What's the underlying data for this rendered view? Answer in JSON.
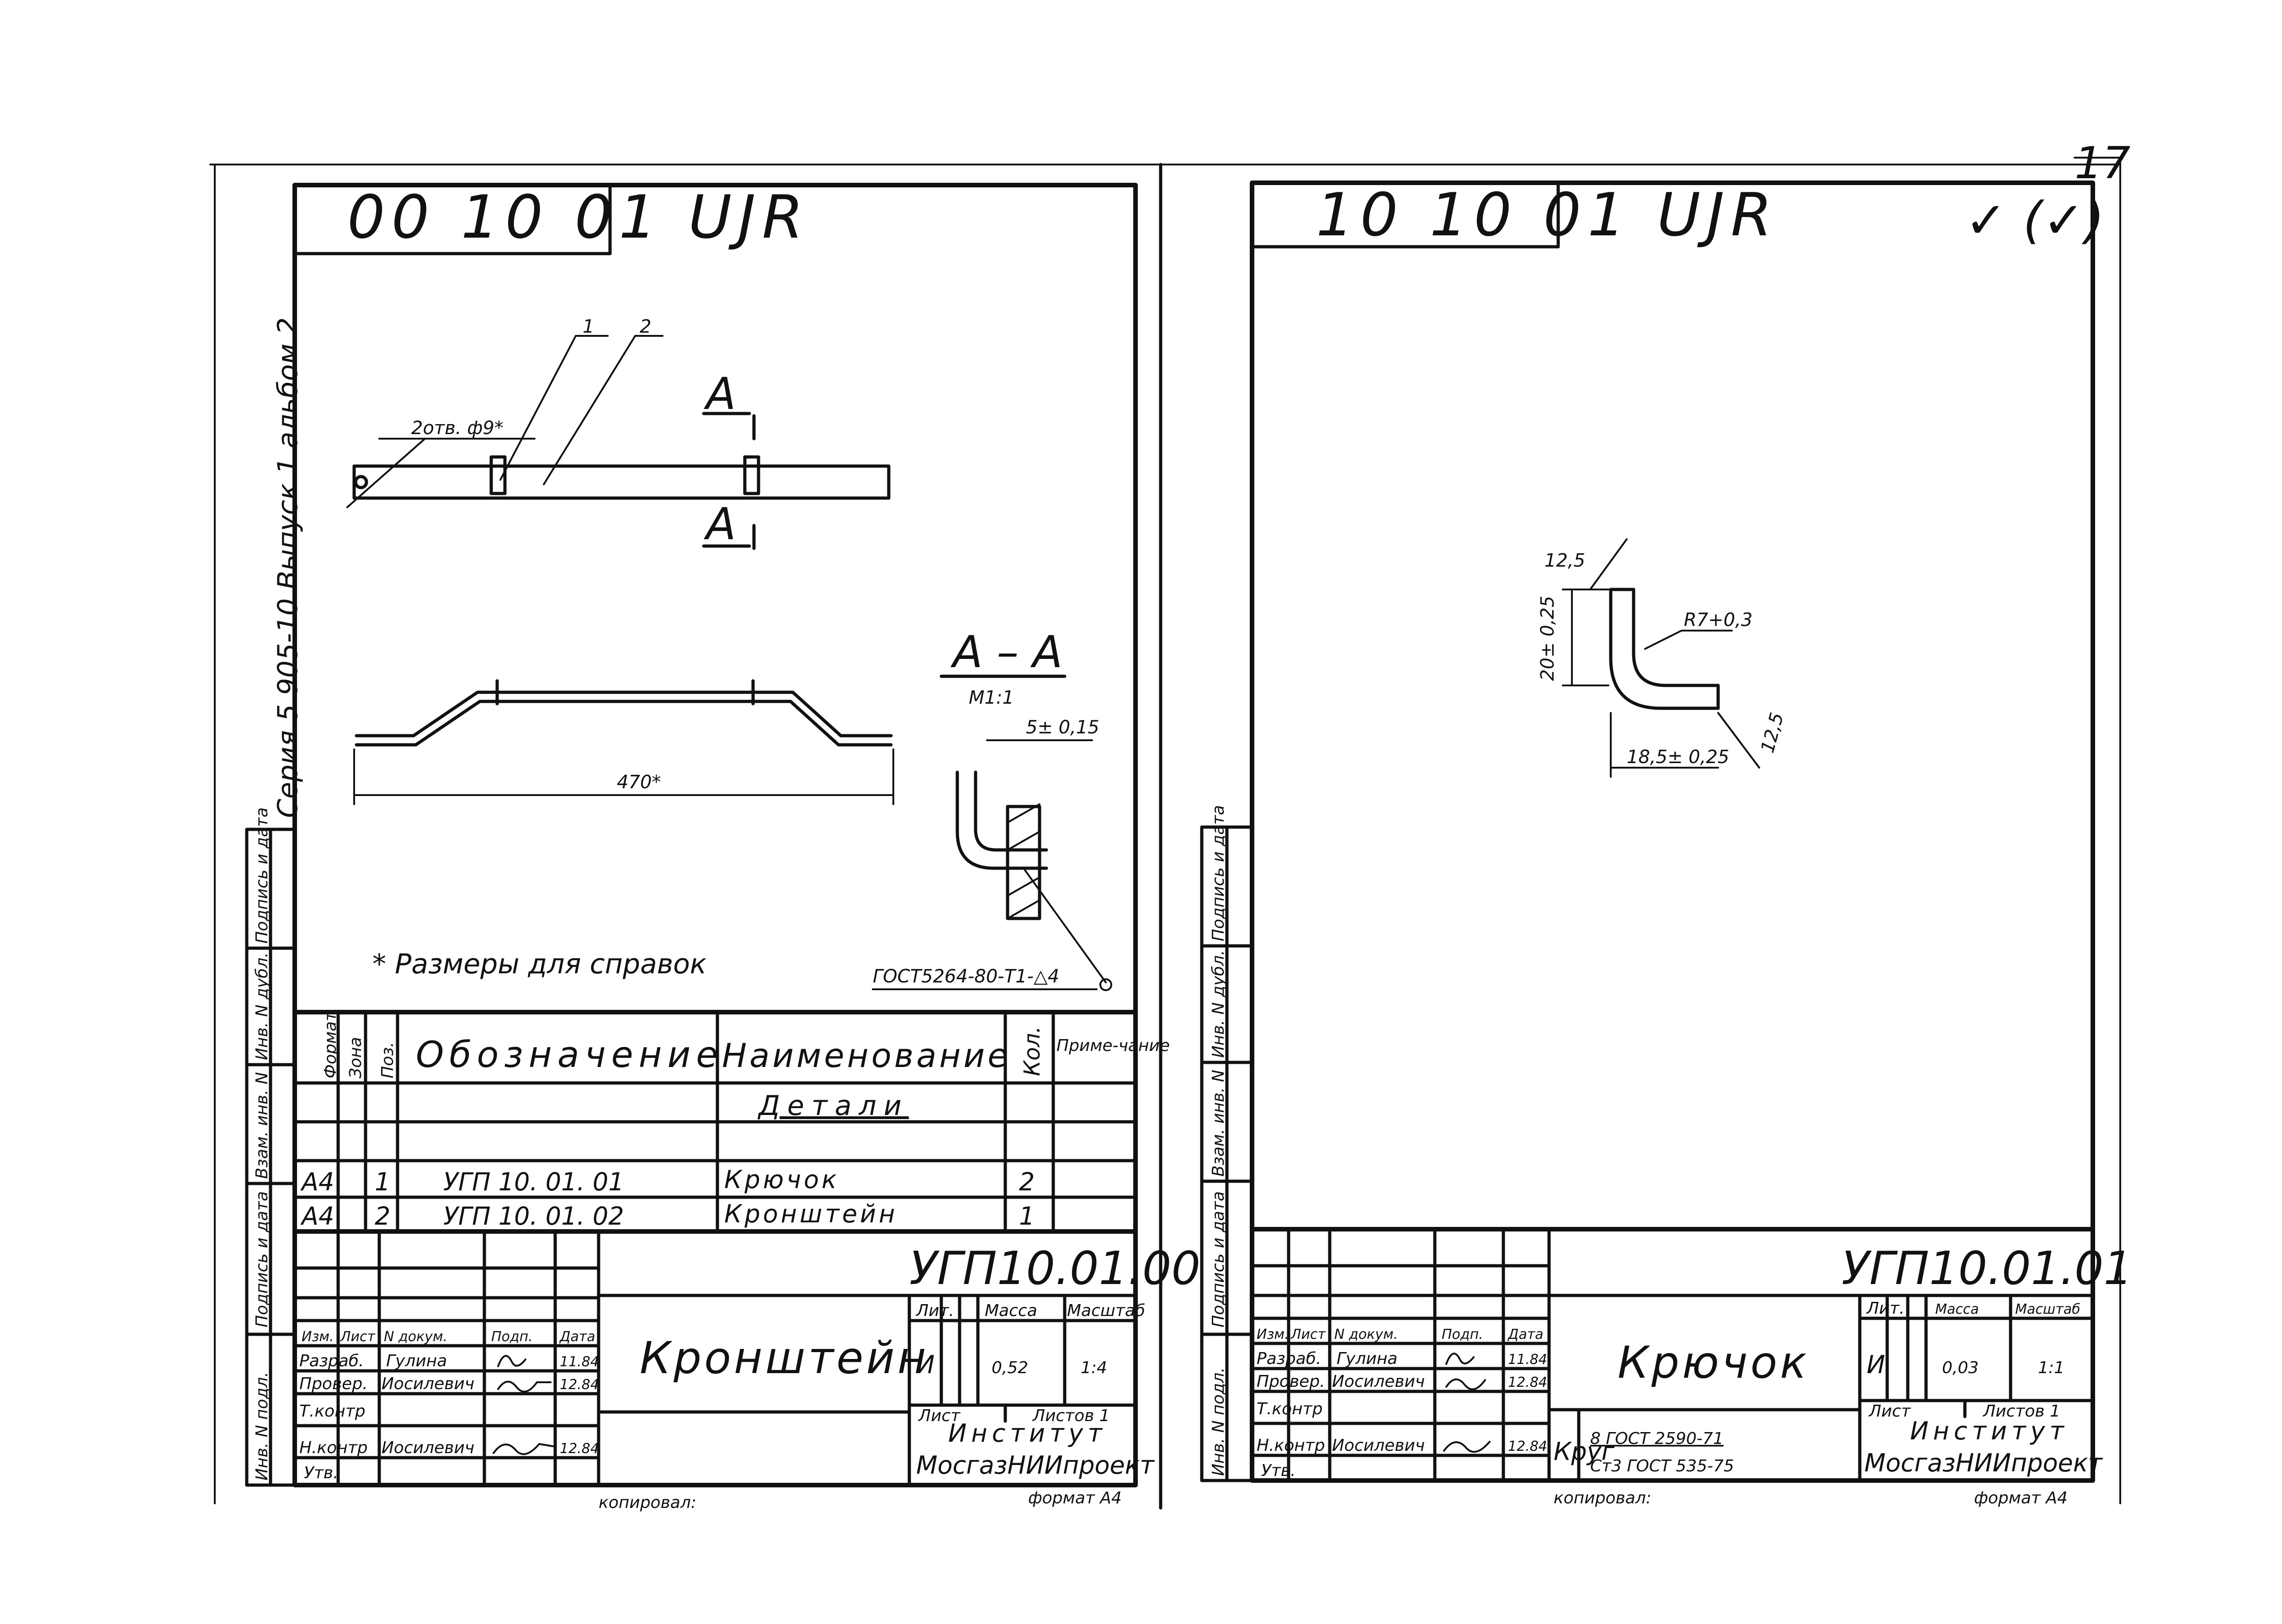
{
  "page_number": "17",
  "checkmark": "✓ (✓)",
  "left_sheet": {
    "stamp_code": "00 10 01 UJR",
    "series": "Серия 5.905-10  Выпуск 1  альбом 2",
    "callout_1": "1",
    "callout_2": "2",
    "holes": "2отв. ф9*",
    "section_mark": "А",
    "dim_length": "470*",
    "section_title": "А – А",
    "section_scale": "М1:1",
    "dim_section": "5± 0,15",
    "note": "* Размеры для справок",
    "weld": "ГОСТ5264-80-Т1-△4",
    "spec_header": {
      "format": "Формат",
      "zone": "Зона",
      "pos": "Поз.",
      "designation": "Обозначение",
      "name": "Наименование",
      "qty": "Кол.",
      "note": "Приме-чание"
    },
    "spec_section": "Детали",
    "spec_rows": [
      {
        "format": "А4",
        "pos": "1",
        "designation": "УГП 10. 01. 01",
        "name": "Крючок",
        "qty": "2"
      },
      {
        "format": "А4",
        "pos": "2",
        "designation": "УГП 10. 01. 02",
        "name": "Кронштейн",
        "qty": "1"
      }
    ],
    "doc_code": "УГП10.01.00",
    "part_name": "Кронштейн",
    "sign_header": [
      "Изм.",
      "Лист",
      "N докум.",
      "Подп.",
      "Дата"
    ],
    "roles": [
      {
        "role": "Разраб.",
        "name": "Гулина",
        "date": "11.84"
      },
      {
        "role": "Провер.",
        "name": "Иосилевич",
        "date": "12.84"
      },
      {
        "role": "Т.контр",
        "name": "",
        "date": ""
      },
      {
        "role": "Н.контр",
        "name": "Иосилевич",
        "date": "12.84"
      },
      {
        "role": "Утв.",
        "name": "",
        "date": ""
      }
    ],
    "lit_label": "Лит.",
    "mass_label": "Масса",
    "scale_label": "Масштаб",
    "lit_value": "И",
    "mass_value": "0,52",
    "scale_value": "1:4",
    "sheet_label": "Лист",
    "sheets_label": "Листов 1",
    "institute_1": "Институт",
    "institute_2": "МосгазНИИпроект",
    "copied": "копировал:",
    "format": "формат А4",
    "side_labels": [
      "Инв. N подл.",
      "Подпись и дата",
      "Взам. инв. N",
      "Инв. N дубл.",
      "Подпись и дата"
    ]
  },
  "right_sheet": {
    "stamp_code": "10 10 01 UJR",
    "dim_top": "12,5",
    "dim_height": "20± 0,25",
    "dim_radius": "R7+0,3",
    "dim_width": "18,5± 0,25",
    "dim_diag": "12,5",
    "doc_code": "УГП10.01.01",
    "part_name": "Крючок",
    "sign_header": [
      "Изм.",
      "Лист",
      "N докум.",
      "Подп.",
      "Дата"
    ],
    "roles": [
      {
        "role": "Разраб.",
        "name": "Гулина",
        "date": "11.84"
      },
      {
        "role": "Провер.",
        "name": "Иосилевич",
        "date": "12.84"
      },
      {
        "role": "Т.контр",
        "name": "",
        "date": ""
      },
      {
        "role": "Н.контр",
        "name": "Иосилевич",
        "date": "12.84"
      },
      {
        "role": "Утв.",
        "name": "",
        "date": ""
      }
    ],
    "material_1": "Круг",
    "material_2": "8 ГОСТ 2590-71",
    "material_3": "Ст3  ГОСТ 535-75",
    "lit_label": "Лит.",
    "mass_label": "Масса",
    "scale_label": "Масштаб",
    "lit_value": "И",
    "mass_value": "0,03",
    "scale_value": "1:1",
    "sheet_label": "Лист",
    "sheets_label": "Листов 1",
    "institute_1": "Институт",
    "institute_2": "МосгазНИИпроект",
    "copied": "копировал:",
    "format": "формат А4",
    "side_labels": [
      "Инв. N подл.",
      "Подпись и дата",
      "Взам. инв. N",
      "Инв. N дубл.",
      "Подпись и дата"
    ]
  }
}
